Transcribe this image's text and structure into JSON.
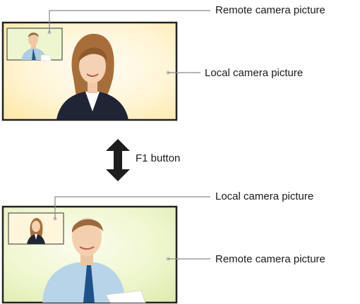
{
  "top_screen": {
    "pip_label": "Remote camera picture",
    "main_label": "Local camera picture"
  },
  "switch": {
    "label": "F1 button"
  },
  "bottom_screen": {
    "pip_label": "Local camera picture",
    "main_label": "Remote camera picture"
  },
  "colors": {
    "frame": "#222222",
    "line": "#8a8a8a",
    "local_background": "#fff3cc",
    "remote_background": "#eef6cf",
    "arrow": "#1e1e1e"
  }
}
